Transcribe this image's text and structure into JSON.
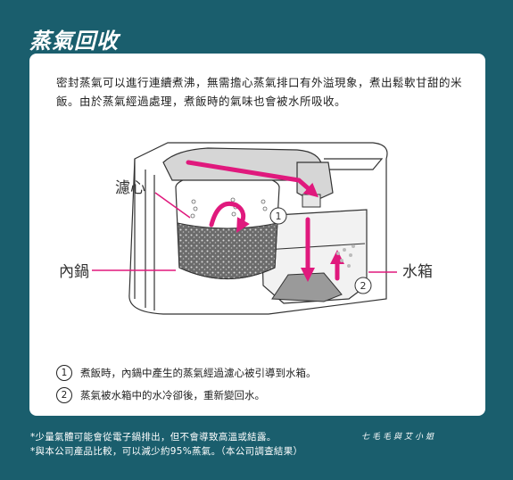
{
  "title": "蒸氣回收",
  "intro": "密封蒸氣可以進行連續煮沸，無需擔心蒸氣排口有外溢現象，煮出鬆軟甘甜的米飯。由於蒸氣經過處理，煮飯時的氣味也會被水所吸收。",
  "labels": {
    "filter": "濾心",
    "inner_pot": "內鍋",
    "water_tank": "水箱",
    "marker1": "1",
    "marker2": "2"
  },
  "steps": [
    {
      "num": "1",
      "text": "煮飯時，內鍋中產生的蒸氣經過濾心被引導到水箱。"
    },
    {
      "num": "2",
      "text": "蒸氣被水箱中的水冷卻後，重新變回水。"
    }
  ],
  "notes": [
    "*少量氣體可能會從電子鍋排出，但不會導致高溫或結露。",
    "*與本公司產品比較，可以減少約95%蒸氣。（本公司調查結果）"
  ],
  "signature": "七毛毛與艾小姐",
  "colors": {
    "background": "#1a5e6d",
    "arrow": "#e0197d",
    "card": "#ffffff"
  }
}
